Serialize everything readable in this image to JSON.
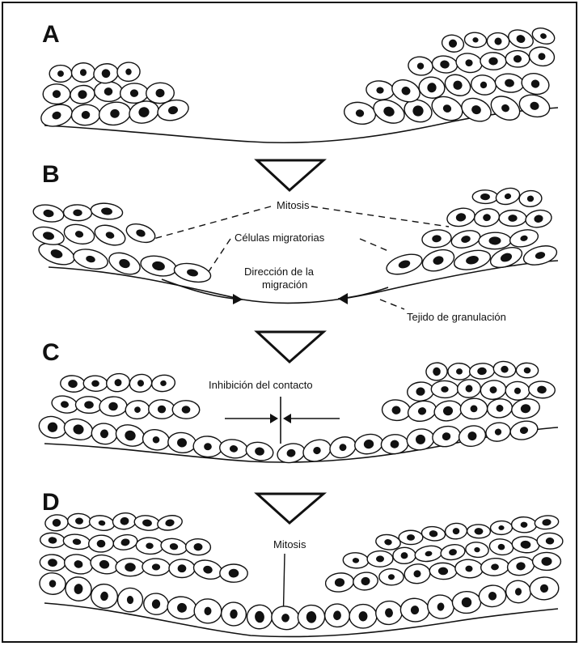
{
  "panels": [
    {
      "letter": "A"
    },
    {
      "letter": "B"
    },
    {
      "letter": "C"
    },
    {
      "letter": "D"
    }
  ],
  "labels": {
    "mitosis_b": "Mitosis",
    "migratory_cells": "Células migratorias",
    "migration_direction_line1": "Dirección de la",
    "migration_direction_line2": "migración",
    "granulation_tissue": "Tejido de granulación",
    "contact_inhibition": "Inhibición del contacto",
    "mitosis_d": "Mitosis"
  },
  "colors": {
    "ink": "#111111",
    "background": "#ffffff"
  }
}
